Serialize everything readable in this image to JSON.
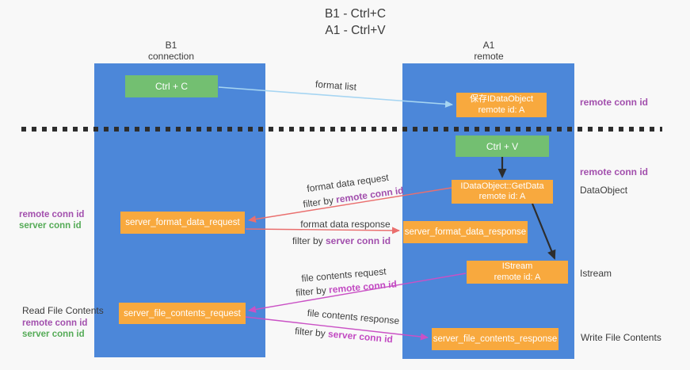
{
  "title": {
    "line1": "B1 - Ctrl+C",
    "line2": "A1 - Ctrl+V"
  },
  "columns": {
    "b1": {
      "name": "B1",
      "subtitle": "connection"
    },
    "a1": {
      "name": "A1",
      "subtitle": "remote"
    }
  },
  "nodes": {
    "ctrl_c": {
      "label": "Ctrl + C"
    },
    "ctrl_v": {
      "label": "Ctrl + V"
    },
    "save_idataobject": {
      "line1": "保存IDataObject",
      "line2": "remote id: A"
    },
    "idataobject_getdata": {
      "line1": "IDataObject::GetData",
      "line2": "remote id: A"
    },
    "istream": {
      "line1": "IStream",
      "line2": "remote id: A"
    },
    "server_format_data_request": {
      "label": "server_format_data_request"
    },
    "server_format_data_response": {
      "label": "server_format_data_response"
    },
    "server_file_contents_request": {
      "label": "server_file_contents_request"
    },
    "server_file_contents_response": {
      "label": "server_file_contents_response"
    }
  },
  "flow_labels": {
    "format_list": "format list",
    "format_data_request": "format data request",
    "format_data_request_filter": {
      "prefix": "filter by ",
      "highlight": "remote conn id"
    },
    "format_data_response": "format data response",
    "format_data_response_filter": {
      "prefix": "filter by ",
      "highlight": "server conn id"
    },
    "file_contents_request": "file contents request",
    "file_contents_request_filter": {
      "prefix": "filter by ",
      "highlight": "remote conn id"
    },
    "file_contents_response": "file contents response",
    "file_contents_response_filter": {
      "prefix": "filter by ",
      "highlight": "server conn id"
    }
  },
  "annotations": {
    "right_save_conn_id": "remote conn id",
    "right_getdata_conn_id": "remote conn id",
    "right_dataobject": "DataObject",
    "right_istream": "Istream",
    "right_write_file_contents": "Write File Contents",
    "left_format_remote": "remote conn id",
    "left_format_server": "server conn id",
    "left_read_file_contents": "Read File Contents",
    "left_file_remote": "remote conn id",
    "left_file_server": "server conn id"
  },
  "colors": {
    "lifeline_blue": "#4c87d9",
    "box_orange": "#f8a93e",
    "box_green": "#73bf71",
    "arrow_light_blue": "#a6d5f2",
    "arrow_red": "#ea6f6e",
    "arrow_magenta": "#ca51c5",
    "arrow_black": "#2d2d2d",
    "text_purple": "#a24fad",
    "text_magenta": "#c24ac2",
    "text_green": "#55ab57"
  }
}
